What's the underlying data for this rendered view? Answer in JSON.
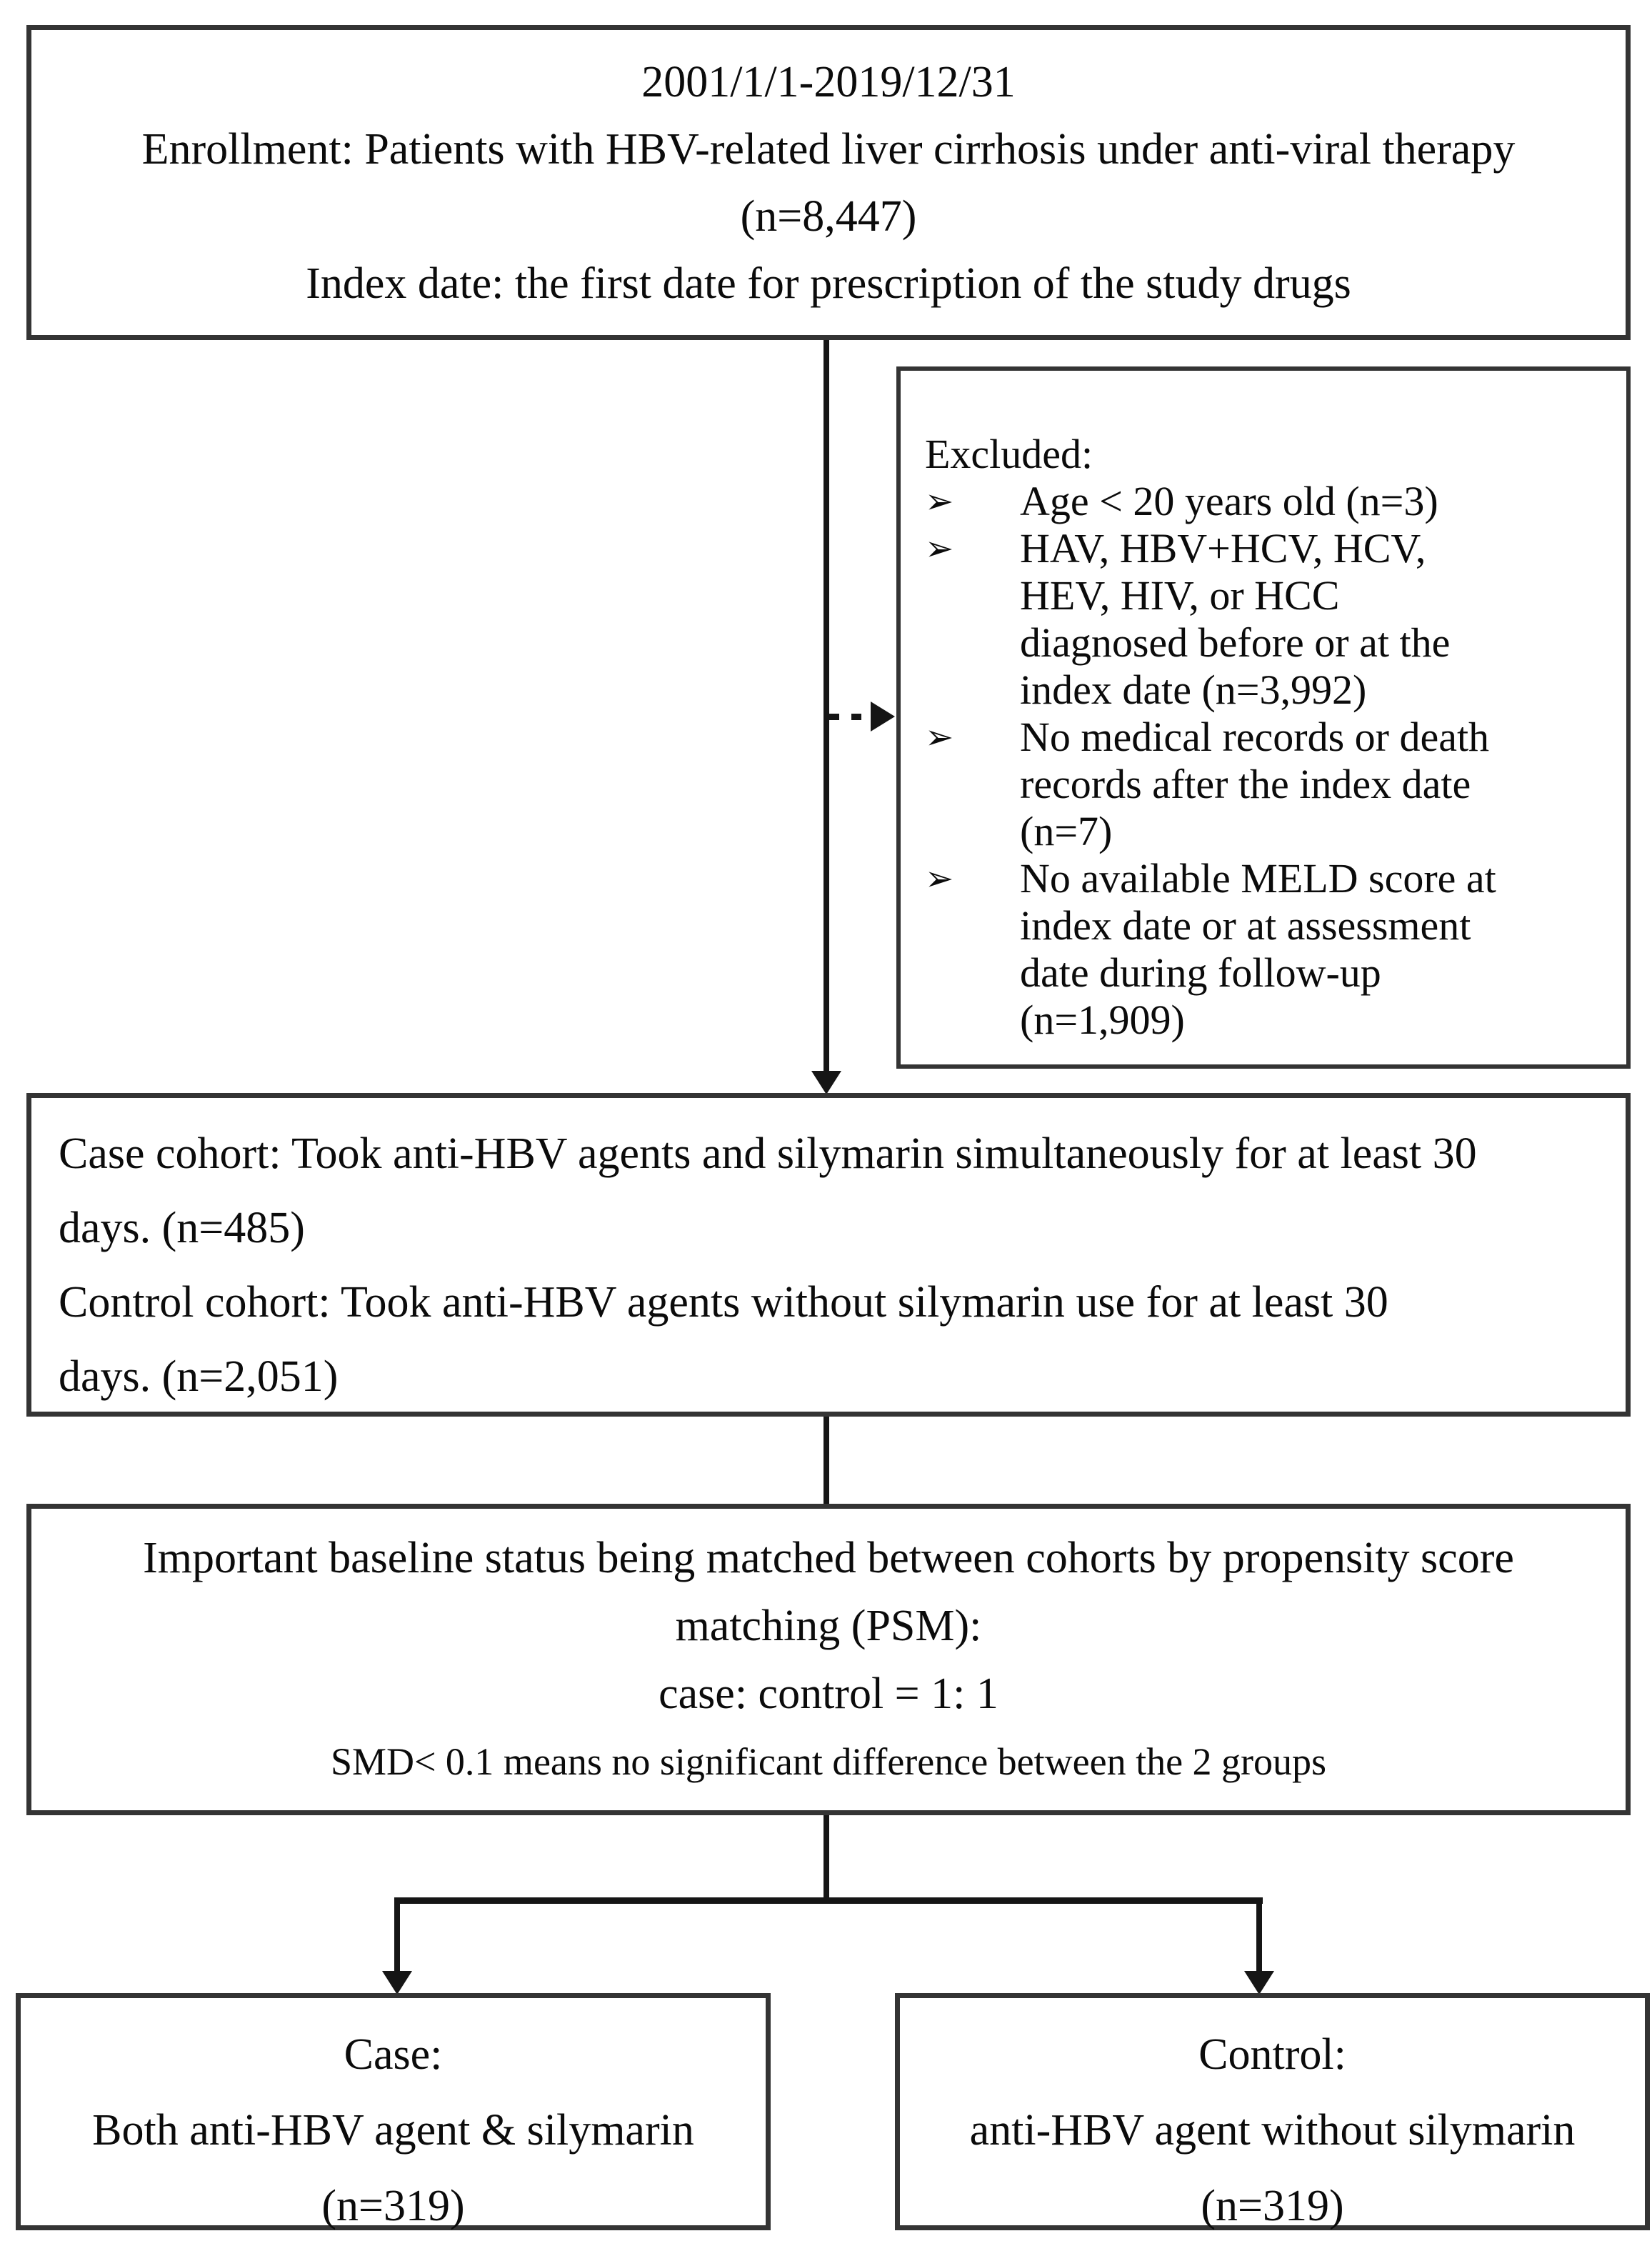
{
  "colors": {
    "background": "#ffffff",
    "box_border": "#343434",
    "connector": "#151515",
    "text": "#0b0b0b"
  },
  "boxes": {
    "enrollment": {
      "lines": [
        "2001/1/1-2019/12/31",
        "Enrollment: Patients with HBV-related liver cirrhosis under anti-viral therapy",
        "(n=8,447)",
        "Index date: the first date for prescription of the study drugs"
      ]
    },
    "excluded": {
      "title": "Excluded:",
      "bullet": "➢",
      "items": [
        {
          "lines": [
            "Age < 20 years old (n=3)"
          ]
        },
        {
          "lines": [
            "HAV, HBV+HCV, HCV,",
            "HEV, HIV, or HCC",
            "diagnosed before or at the",
            "index date (n=3,992)"
          ]
        },
        {
          "lines": [
            "No medical records or death",
            "records after the index date",
            "(n=7)"
          ]
        },
        {
          "lines": [
            "No available MELD score at",
            "index date or at assessment",
            "date during follow-up",
            "(n=1,909)"
          ]
        }
      ]
    },
    "cohorts": {
      "lines": [
        "Case cohort: Took anti-HBV agents and silymarin simultaneously for at least 30",
        "days. (n=485)",
        "Control cohort: Took anti-HBV agents without silymarin use for at least 30",
        "days. (n=2,051)"
      ]
    },
    "psm": {
      "lines": [
        "Important baseline status being matched between cohorts by propensity score",
        "matching (PSM):",
        "case: control = 1: 1",
        "SMD< 0.1 means no significant difference between the 2 groups"
      ]
    },
    "case_final": {
      "lines": [
        "Case:",
        "Both anti-HBV agent & silymarin",
        "(n=319)"
      ]
    },
    "control_final": {
      "lines": [
        "Control:",
        "anti-HBV agent without silymarin",
        "(n=319)"
      ]
    }
  }
}
